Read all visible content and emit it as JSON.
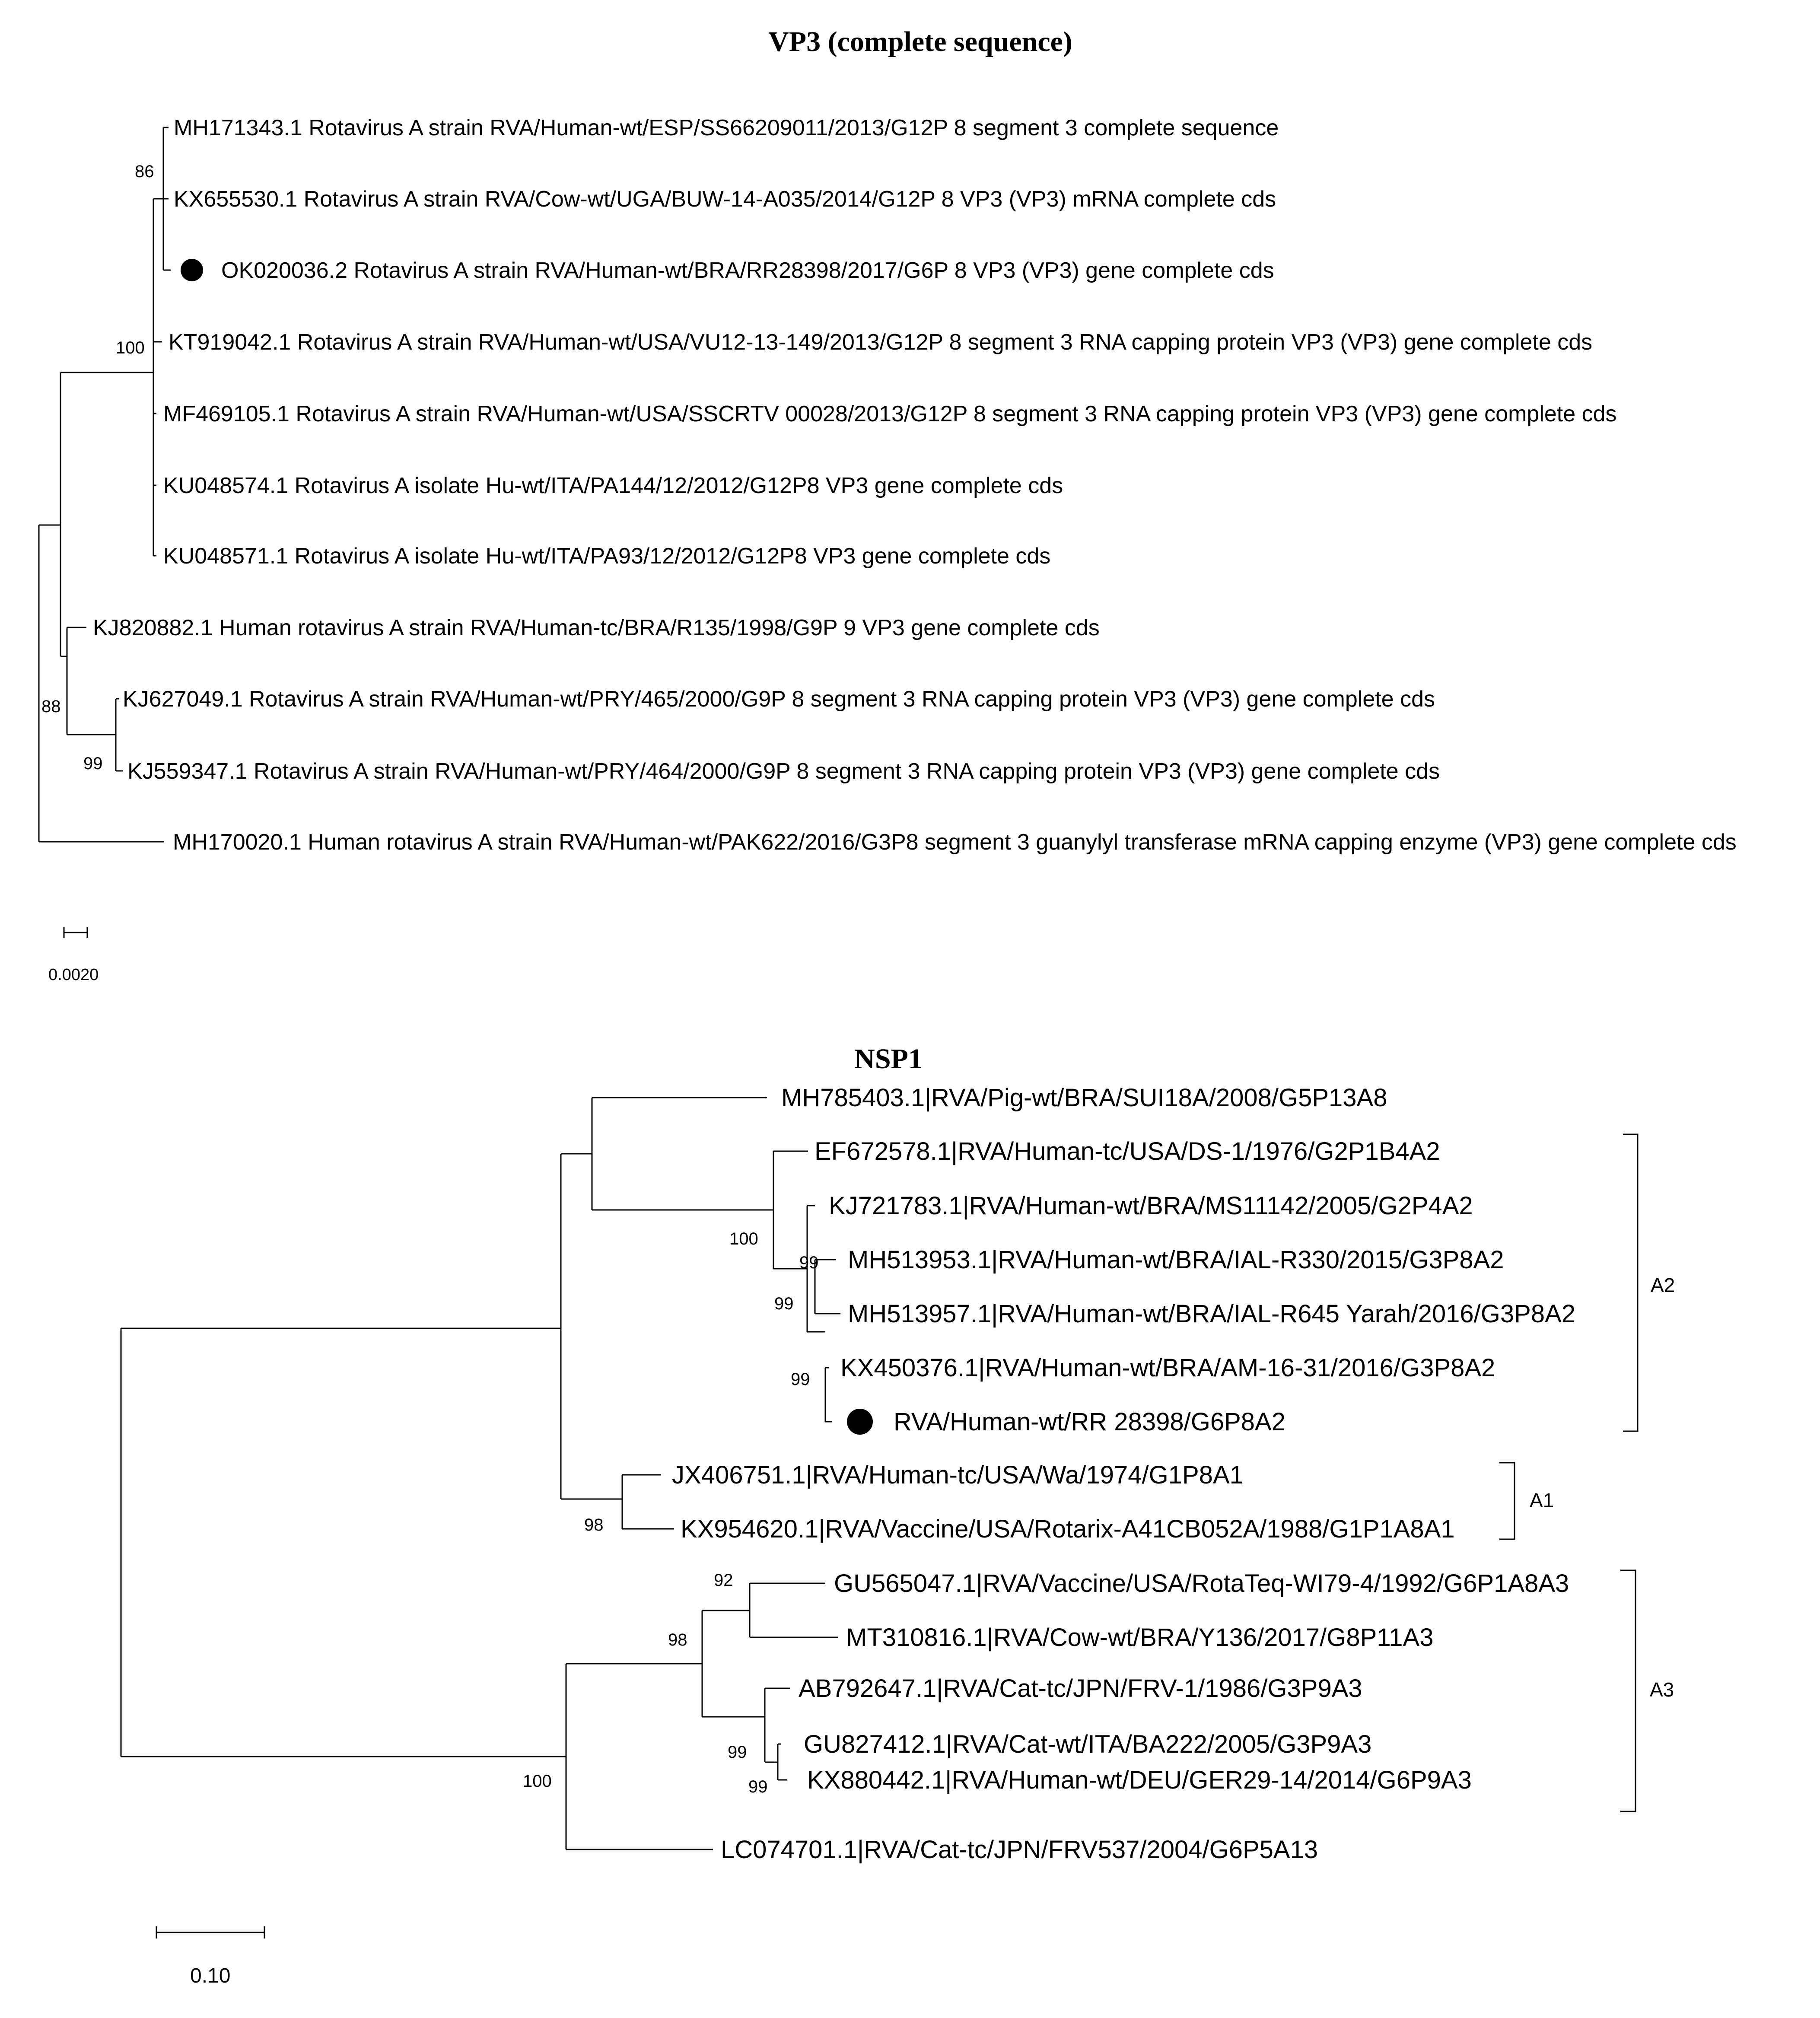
{
  "vp3": {
    "title": "VP3 (complete sequence)",
    "leaves": [
      "MH171343.1 Rotavirus A strain RVA/Human-wt/ESP/SS66209011/2013/G12P 8 segment 3 complete sequence",
      "KX655530.1 Rotavirus A strain RVA/Cow-wt/UGA/BUW-14-A035/2014/G12P 8 VP3 (VP3) mRNA complete cds",
      "OK020036.2 Rotavirus A strain RVA/Human-wt/BRA/RR28398/2017/G6P 8 VP3 (VP3) gene complete cds",
      "KT919042.1 Rotavirus A strain RVA/Human-wt/USA/VU12-13-149/2013/G12P 8 segment 3 RNA capping protein VP3 (VP3) gene complete cds",
      "MF469105.1 Rotavirus A strain RVA/Human-wt/USA/SSCRTV 00028/2013/G12P 8 segment 3 RNA capping protein VP3 (VP3) gene complete cds",
      "KU048574.1 Rotavirus A isolate Hu-wt/ITA/PA144/12/2012/G12P8 VP3 gene complete cds",
      "KU048571.1 Rotavirus A isolate Hu-wt/ITA/PA93/12/2012/G12P8 VP3 gene complete cds",
      "KJ820882.1 Human rotavirus A strain RVA/Human-tc/BRA/R135/1998/G9P 9 VP3 gene complete cds",
      "KJ627049.1 Rotavirus A strain RVA/Human-wt/PRY/465/2000/G9P 8 segment 3 RNA capping protein VP3 (VP3) gene complete cds",
      "KJ559347.1 Rotavirus A strain RVA/Human-wt/PRY/464/2000/G9P 8 segment 3 RNA capping protein VP3 (VP3) gene complete cds",
      "MH170020.1 Human rotavirus A strain RVA/Human-wt/PAK622/2016/G3P8 segment 3 guanylyl transferase mRNA capping enzyme (VP3) gene complete cds"
    ],
    "highlighted_leaf_index": 2,
    "bootstrap": [
      "86",
      "100",
      "88",
      "99"
    ],
    "scale_bar": "0.0020"
  },
  "nsp1": {
    "title": "NSP1",
    "leaves": [
      "MH785403.1|RVA/Pig-wt/BRA/SUI18A/2008/G5P13A8",
      "EF672578.1|RVA/Human-tc/USA/DS-1/1976/G2P1B4A2",
      "KJ721783.1|RVA/Human-wt/BRA/MS11142/2005/G2P4A2",
      "MH513953.1|RVA/Human-wt/BRA/IAL-R330/2015/G3P8A2",
      "MH513957.1|RVA/Human-wt/BRA/IAL-R645 Yarah/2016/G3P8A2",
      "KX450376.1|RVA/Human-wt/BRA/AM-16-31/2016/G3P8A2",
      "RVA/Human-wt/RR 28398/G6P8A2",
      "JX406751.1|RVA/Human-tc/USA/Wa/1974/G1P8A1",
      "KX954620.1|RVA/Vaccine/USA/Rotarix-A41CB052A/1988/G1P1A8A1",
      "GU565047.1|RVA/Vaccine/USA/RotaTeq-WI79-4/1992/G6P1A8A3",
      "MT310816.1|RVA/Cow-wt/BRA/Y136/2017/G8P11A3",
      "AB792647.1|RVA/Cat-tc/JPN/FRV-1/1986/G3P9A3",
      "GU827412.1|RVA/Cat-wt/ITA/BA222/2005/G3P9A3",
      "KX880442.1|RVA/Human-wt/DEU/GER29-14/2014/G6P9A3",
      "LC074701.1|RVA/Cat-tc/JPN/FRV537/2004/G6P5A13"
    ],
    "highlighted_leaf_index": 6,
    "bootstrap": [
      "100",
      "99",
      "99",
      "99",
      "98",
      "92",
      "98",
      "99",
      "99",
      "100"
    ],
    "clades": [
      "A2",
      "A1",
      "A3"
    ],
    "scale_bar": "0.10"
  }
}
